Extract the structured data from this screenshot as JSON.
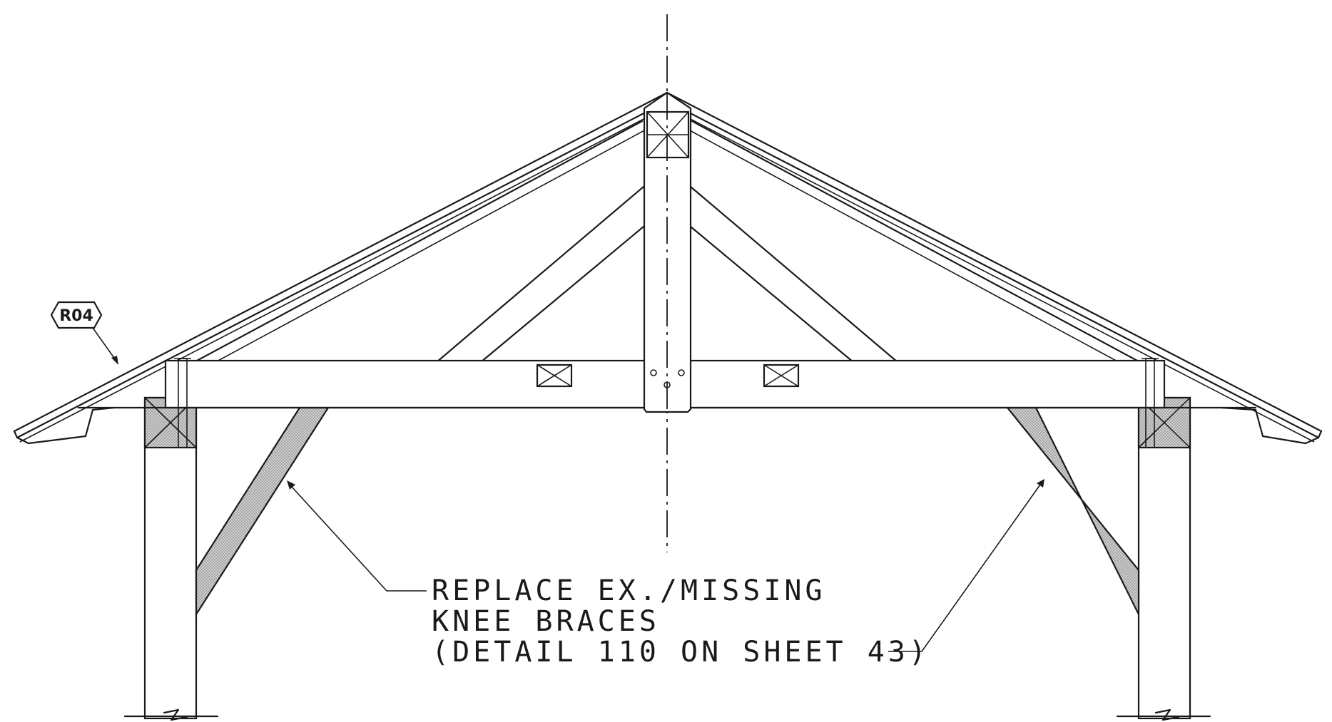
{
  "drawing": {
    "tag_label": "R04",
    "note_lines": [
      "REPLACE EX./MISSING",
      "KNEE BRACES",
      "(DETAIL 110 ON SHEET 43)"
    ],
    "line_color": "#1a1a1a",
    "hatch_color": "#b5b5b5"
  }
}
